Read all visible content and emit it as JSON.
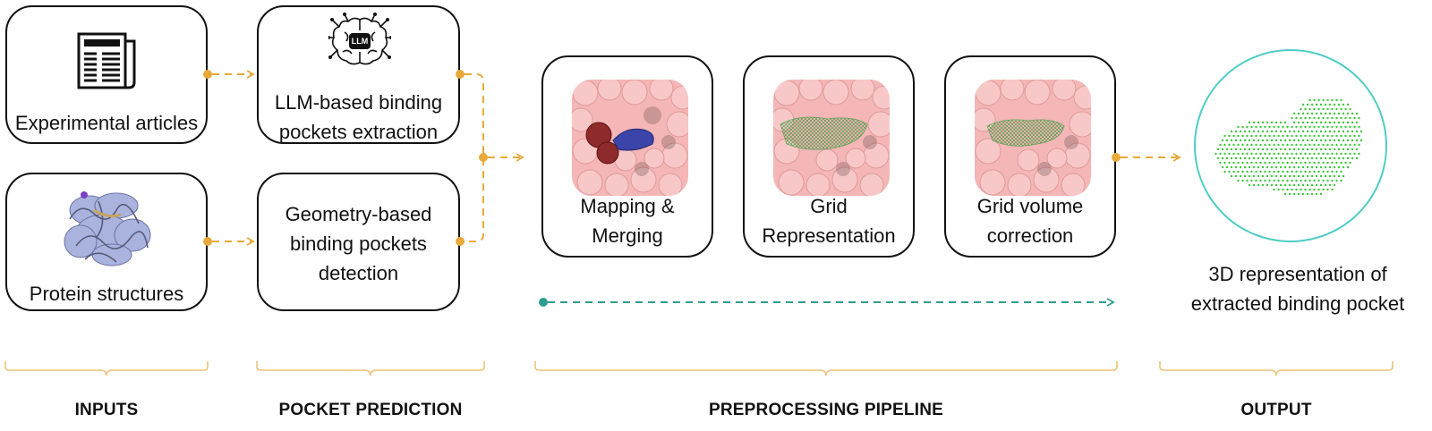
{
  "inputs": {
    "articles_label": "Experimental articles",
    "articles_icon": "newspaper-icon",
    "protein_label": "Protein structures",
    "protein_icon": "protein-ribbon-icon"
  },
  "prediction": {
    "llm_label": "LLM-based binding\npockets extraction",
    "llm_icon": "brain-circuit-icon",
    "llm_badge": "LLM",
    "geometry_label": "Geometry-based\nbinding pockets\ndetection"
  },
  "pipeline": {
    "steps": [
      {
        "label": "Mapping &\nMerging",
        "image": "protein-surface-merged-pockets"
      },
      {
        "label": "Grid\nRepresentation",
        "image": "protein-surface-grid"
      },
      {
        "label": "Grid volume\ncorrection",
        "image": "protein-surface-grid-corrected"
      }
    ]
  },
  "output": {
    "label": "3D representation of\nextracted binding pocket",
    "image": "point-cloud-pocket"
  },
  "stages": [
    "INPUTS",
    "POCKET PREDICTION",
    "PREPROCESSING PIPELINE",
    "OUTPUT"
  ],
  "colors": {
    "arrow": "#e8a93a",
    "bracket": "#efc27a",
    "teal": "#2f9c8f",
    "circle": "#4ecdc4",
    "points": "#3cc83c",
    "protein": "#f2aaaa"
  }
}
